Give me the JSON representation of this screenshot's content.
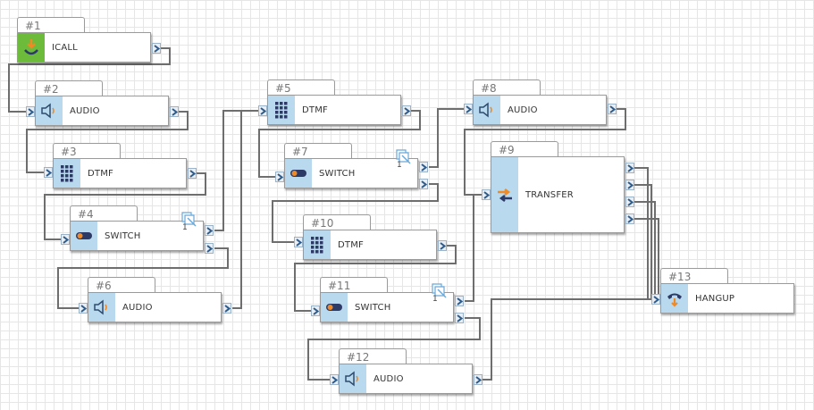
{
  "colors": {
    "wire": "#6e6e6e",
    "icon_bg": "#b8d9ee",
    "start_bg": "#6dbb3a",
    "switch_bg": "#d8d8d8",
    "arrow": "#2e5b8a",
    "orange": "#f08a24"
  },
  "nodes": [
    {
      "id": 1,
      "tab": "#1",
      "label": "ICALL",
      "icon": "incoming-call-icon"
    },
    {
      "id": 2,
      "tab": "#2",
      "label": "AUDIO",
      "icon": "speaker-icon"
    },
    {
      "id": 3,
      "tab": "#3",
      "label": "DTMF",
      "icon": "keypad-icon"
    },
    {
      "id": 4,
      "tab": "#4",
      "label": "SWITCH",
      "icon": "toggle-icon",
      "count": "1"
    },
    {
      "id": 5,
      "tab": "#5",
      "label": "DTMF",
      "icon": "keypad-icon"
    },
    {
      "id": 6,
      "tab": "#6",
      "label": "AUDIO",
      "icon": "speaker-icon"
    },
    {
      "id": 7,
      "tab": "#7",
      "label": "SWITCH",
      "icon": "toggle-icon",
      "count": "1"
    },
    {
      "id": 8,
      "tab": "#8",
      "label": "AUDIO",
      "icon": "speaker-icon"
    },
    {
      "id": 9,
      "tab": "#9",
      "label": "TRANSFER",
      "icon": "transfer-icon"
    },
    {
      "id": 10,
      "tab": "#10",
      "label": "DTMF",
      "icon": "keypad-icon"
    },
    {
      "id": 11,
      "tab": "#11",
      "label": "SWITCH",
      "icon": "toggle-icon",
      "count": "1"
    },
    {
      "id": 12,
      "tab": "#12",
      "label": "AUDIO",
      "icon": "speaker-icon"
    },
    {
      "id": 13,
      "tab": "#13",
      "label": "HANGUP",
      "icon": "hangup-icon"
    }
  ]
}
